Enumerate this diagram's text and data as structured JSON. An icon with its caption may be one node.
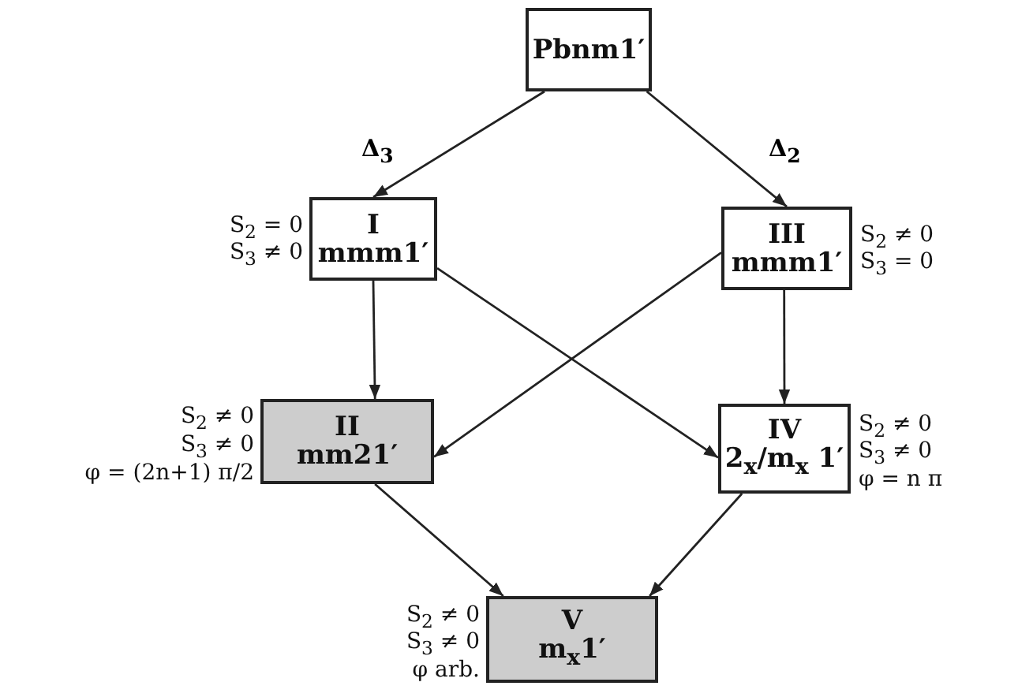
{
  "diagram": {
    "nodes": [
      {
        "text": [
          "Pbnm1′"
        ]
      },
      {
        "text": [
          "I",
          "mmm1′"
        ],
        "beside": [
          "S$_{2}$ = 0",
          "S$_{3}$ ≠ 0"
        ]
      },
      {
        "text": [
          "III",
          "mmm1′"
        ],
        "beside": [
          "S$_{2}$ ≠ 0",
          "S$_{3}$ = 0"
        ]
      },
      {
        "text": [
          "II",
          "mm21′"
        ],
        "beside": [
          "S$_{2}$ ≠ 0",
          "S$_{3}$ ≠ 0",
          "φ = (2n+1) π/2"
        ]
      },
      {
        "text": [
          "IV",
          "2$_{x}$/m$_{x}$ 1′"
        ],
        "beside": [
          "S$_{2}$ ≠ 0",
          "S$_{3}$ ≠ 0",
          "φ = n π"
        ]
      },
      {
        "text": [
          "V",
          "m$_{x}$1′"
        ],
        "beside": [
          "S$_{2}$ ≠ 0",
          "S$_{3}$ ≠ 0",
          "φ arb."
        ]
      }
    ],
    "edges": [
      {
        "from": 0,
        "to": 1,
        "arrow": "to",
        "label": "Δ$_{3}$"
      },
      {
        "from": 0,
        "to": 2,
        "arrow": "to",
        "label": "Δ$_{2}$"
      },
      {
        "from": 1,
        "to": 3,
        "arrow": "to"
      },
      {
        "from": 1,
        "to": 4,
        "arrow": "to"
      },
      {
        "from": 2,
        "to": 3,
        "arrow": "to"
      },
      {
        "from": 2,
        "to": 4,
        "arrow": "to"
      },
      {
        "from": 3,
        "to": 5,
        "arrow": "to"
      },
      {
        "from": 4,
        "to": 5,
        "arrow": "to"
      }
    ]
  }
}
